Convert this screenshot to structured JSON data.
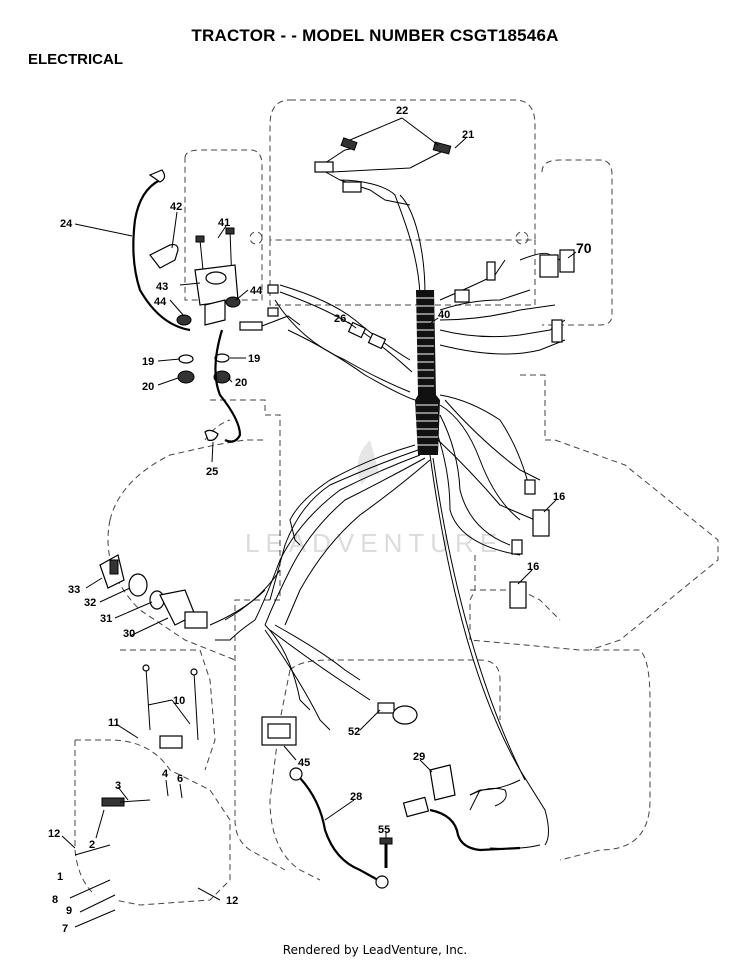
{
  "header": {
    "title": "TRACTOR - - MODEL NUMBER CSGT18546A",
    "section": "ELECTRICAL"
  },
  "callouts": {
    "c22": "22",
    "c21": "21",
    "c70": "70",
    "c24": "24",
    "c42": "42",
    "c41": "41",
    "c43": "43",
    "c44a": "44",
    "c44b": "44",
    "c26": "26",
    "c40": "40",
    "c19a": "19",
    "c19b": "19",
    "c20a": "20",
    "c20b": "20",
    "c25": "25",
    "c16a": "16",
    "c16b": "16",
    "c33": "33",
    "c32": "32",
    "c31": "31",
    "c30": "30",
    "c10": "10",
    "c11": "11",
    "c52": "52",
    "c45": "45",
    "c29": "29",
    "c3": "3",
    "c4": "4",
    "c6": "6",
    "c28": "28",
    "c12a": "12",
    "c2": "2",
    "c55": "55",
    "c1": "1",
    "c8": "8",
    "c9": "9",
    "c12b": "12",
    "c7": "7"
  },
  "watermark": "LEADVENTURE",
  "footer": "Rendered by LeadVenture, Inc.",
  "colors": {
    "ink": "#000000",
    "outline": "#444444",
    "watermark": "#dcdcdc"
  }
}
